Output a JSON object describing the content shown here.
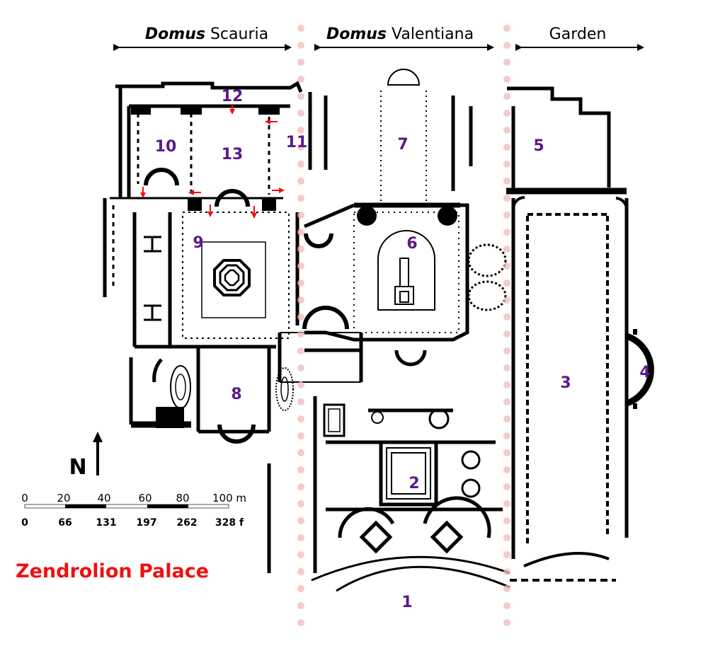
{
  "headers": {
    "scauria": {
      "em": "Domus",
      "rest": "Scauria"
    },
    "valentiana": {
      "em": "Domus",
      "rest": "Valentiana"
    },
    "garden": "Garden"
  },
  "rooms": [
    "1",
    "2",
    "3",
    "4",
    "5",
    "6",
    "7",
    "8",
    "9",
    "10",
    "11",
    "12",
    "13"
  ],
  "compass": {
    "label": "N"
  },
  "scale": {
    "meters": [
      "0",
      "20",
      "40",
      "60",
      "80",
      "100 m"
    ],
    "feet": [
      "0",
      "66",
      "131",
      "197",
      "262",
      "328 f"
    ]
  },
  "title": "Zendrolion Palace",
  "colors": {
    "room_label": "#5a1a8c",
    "title": "#ee1111",
    "arrow": "#ee1111",
    "divider": "#f4b8b8",
    "wall": "#000000"
  }
}
